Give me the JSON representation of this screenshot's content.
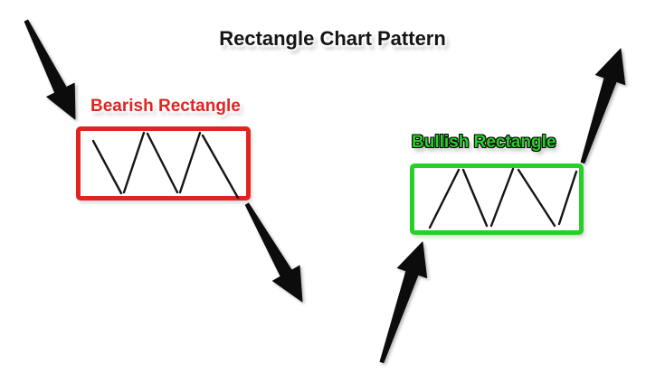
{
  "title": "Rectangle Chart Pattern",
  "colors": {
    "bearish": "#e22421",
    "bullish": "#26d026",
    "arrow": "#0c0c0c",
    "line": "#151515",
    "background": "#ffffff"
  },
  "patterns": [
    {
      "id": "bearish-rectangle",
      "label": "Bearish Rectangle",
      "label_color": "#e22421",
      "box_color": "#e22421",
      "contents": "zigzag-consolidation-line",
      "arrows": [
        "downtrend-in-arrow",
        "downtrend-out-arrow"
      ]
    },
    {
      "id": "bullish-rectangle",
      "label": "Bullish Rectangle",
      "label_color": "#26d026",
      "box_color": "#26d026",
      "contents": "zigzag-consolidation-line",
      "arrows": [
        "uptrend-in-arrow",
        "uptrend-out-arrow"
      ]
    }
  ]
}
